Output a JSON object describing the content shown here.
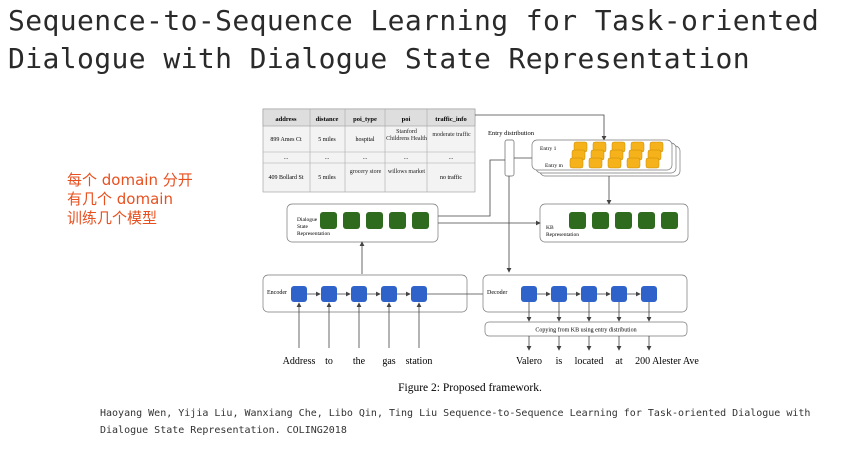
{
  "slide": {
    "title_lines": [
      "Sequence-to-Sequence Learning for Task-oriented",
      "Dialogue with Dialogue State Representation"
    ],
    "note_lines": [
      "每个 domain 分开",
      "有几个 domain",
      "训练几个模型"
    ],
    "citation_lines": [
      "Haoyang Wen, Yijia Liu, Wanxiang Che, Libo Qin, Ting Liu Sequence-to-Sequence Learning for Task-oriented Dialogue with",
      "Dialogue State Representation. COLING2018"
    ]
  },
  "figure": {
    "caption": "Figure 2: Proposed framework.",
    "kb_table": {
      "headers": [
        "address",
        "distance",
        "poi_type",
        "poi",
        "traffic_info"
      ],
      "rows": [
        [
          "899 Ames Ct",
          "5 miles",
          "hospital",
          "Stanford Childrens Health",
          "moderate traffic"
        ],
        [
          "...",
          "...",
          "...",
          "...",
          "..."
        ],
        [
          "409 Bollard St",
          "5 miles",
          "grocery store",
          "willows market",
          "no traffic"
        ]
      ]
    },
    "entry_distribution_label": "Entry distribution",
    "entry_labels": [
      "Entry 1",
      "Entry m"
    ],
    "dialogue_state_label": [
      "Dialogue",
      "State",
      "Representation"
    ],
    "kb_repr_label": [
      "KB",
      "Representation"
    ],
    "encoder_label": "Encoder",
    "decoder_label": "Decoder",
    "copy_label": "Copying from KB using entry distribution",
    "input_tokens": [
      "Address",
      "to",
      "the",
      "gas",
      "station"
    ],
    "output_tokens": [
      "Valero",
      "is",
      "located",
      "at",
      "200 Alester Ave"
    ],
    "colors": {
      "green": "#2f6b1f",
      "blue": "#2f63c9",
      "orange": "#f5b21b",
      "accent": "#e8501f"
    }
  }
}
